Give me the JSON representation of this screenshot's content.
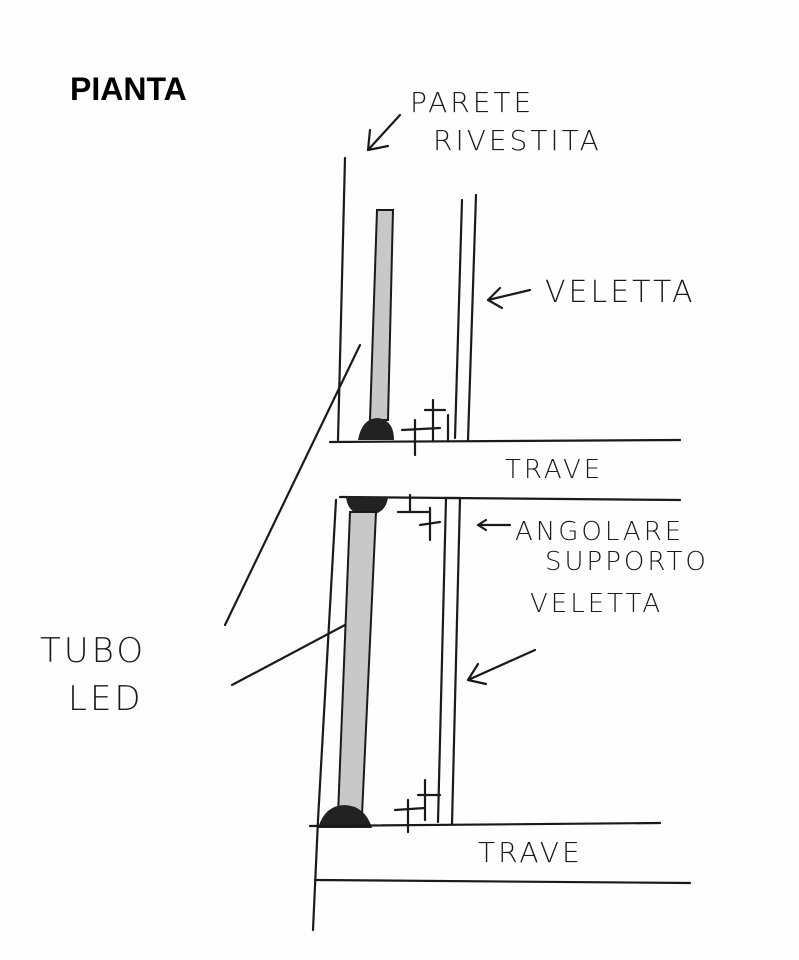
{
  "title": "PIANTA",
  "labels": {
    "parete_line1": "PARETE",
    "parete_line2": "RIVESTITA",
    "veletta_top": "VELETTA",
    "trave_top": "TRAVE",
    "angolare_line1": "ANGOLARE",
    "angolare_line2": "SUPPORTO",
    "angolare_line3": "VELETTA",
    "tubo_line1": "TUBO",
    "tubo_line2": "LED",
    "trave_bottom": "TRAVE"
  }
}
